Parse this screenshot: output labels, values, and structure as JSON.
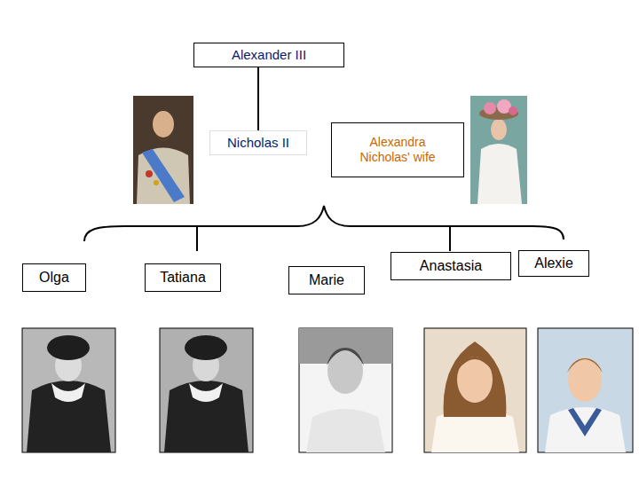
{
  "diagram": {
    "nodes": [
      {
        "text": [
          "Alexander III"
        ]
      },
      {
        "text": [
          "Nicholas II"
        ]
      },
      {
        "text": [
          "Alexandra Nicholas' wife"
        ]
      },
      {
        "text": [
          "Olga"
        ]
      },
      {
        "text": [
          "Tatiana"
        ]
      },
      {
        "text": [
          "Marie"
        ]
      },
      {
        "text": [
          "Anastasia"
        ]
      },
      {
        "text": [
          "Alexie"
        ]
      }
    ],
    "edges": [
      {
        "from": 0,
        "to": 1,
        "arrow": "none"
      }
    ]
  }
}
